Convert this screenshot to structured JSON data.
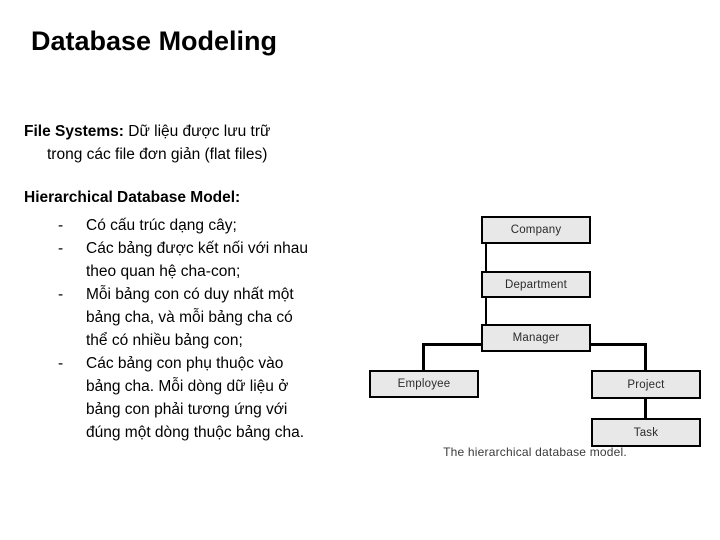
{
  "slide": {
    "title": "Database Modeling",
    "background_color": "#ffffff",
    "text_color": "#000000"
  },
  "file_systems": {
    "lead_label": "File Systems:",
    "line1_rest": " Dữ liệu được lưu trữ",
    "line2": "trong các file đơn giản (flat files)"
  },
  "hierarchical": {
    "heading": "Hierarchical Database Model:",
    "bullet_marker": "-",
    "bullets": [
      {
        "lines": [
          "Có cấu trúc dạng cây;"
        ]
      },
      {
        "lines": [
          "Các bảng được kết nối với nhau",
          "theo quan hệ cha-con;"
        ]
      },
      {
        "lines": [
          "Mỗi bảng con có duy nhất một",
          "bảng cha, và mỗi bảng cha có",
          "thể có nhiều bảng con;"
        ]
      },
      {
        "lines": [
          "Các bảng con phụ thuộc vào",
          "bảng cha. Mỗi dòng dữ liệu ở",
          "bảng con phải tương ứng với",
          "đúng một dòng thuộc bảng cha."
        ]
      }
    ]
  },
  "diagram": {
    "caption": "The hierarchical database model.",
    "node_fill": "#e8e8e8",
    "node_border": "#000000",
    "nodes": [
      {
        "id": "company",
        "label": "Company"
      },
      {
        "id": "department",
        "label": "Department"
      },
      {
        "id": "manager",
        "label": "Manager"
      },
      {
        "id": "employee",
        "label": "Employee"
      },
      {
        "id": "project",
        "label": "Project"
      },
      {
        "id": "task",
        "label": "Task"
      }
    ],
    "edges": [
      {
        "from": "company",
        "to": "department"
      },
      {
        "from": "department",
        "to": "manager"
      },
      {
        "from": "manager",
        "to": "employee"
      },
      {
        "from": "manager",
        "to": "project"
      },
      {
        "from": "project",
        "to": "task"
      }
    ]
  }
}
